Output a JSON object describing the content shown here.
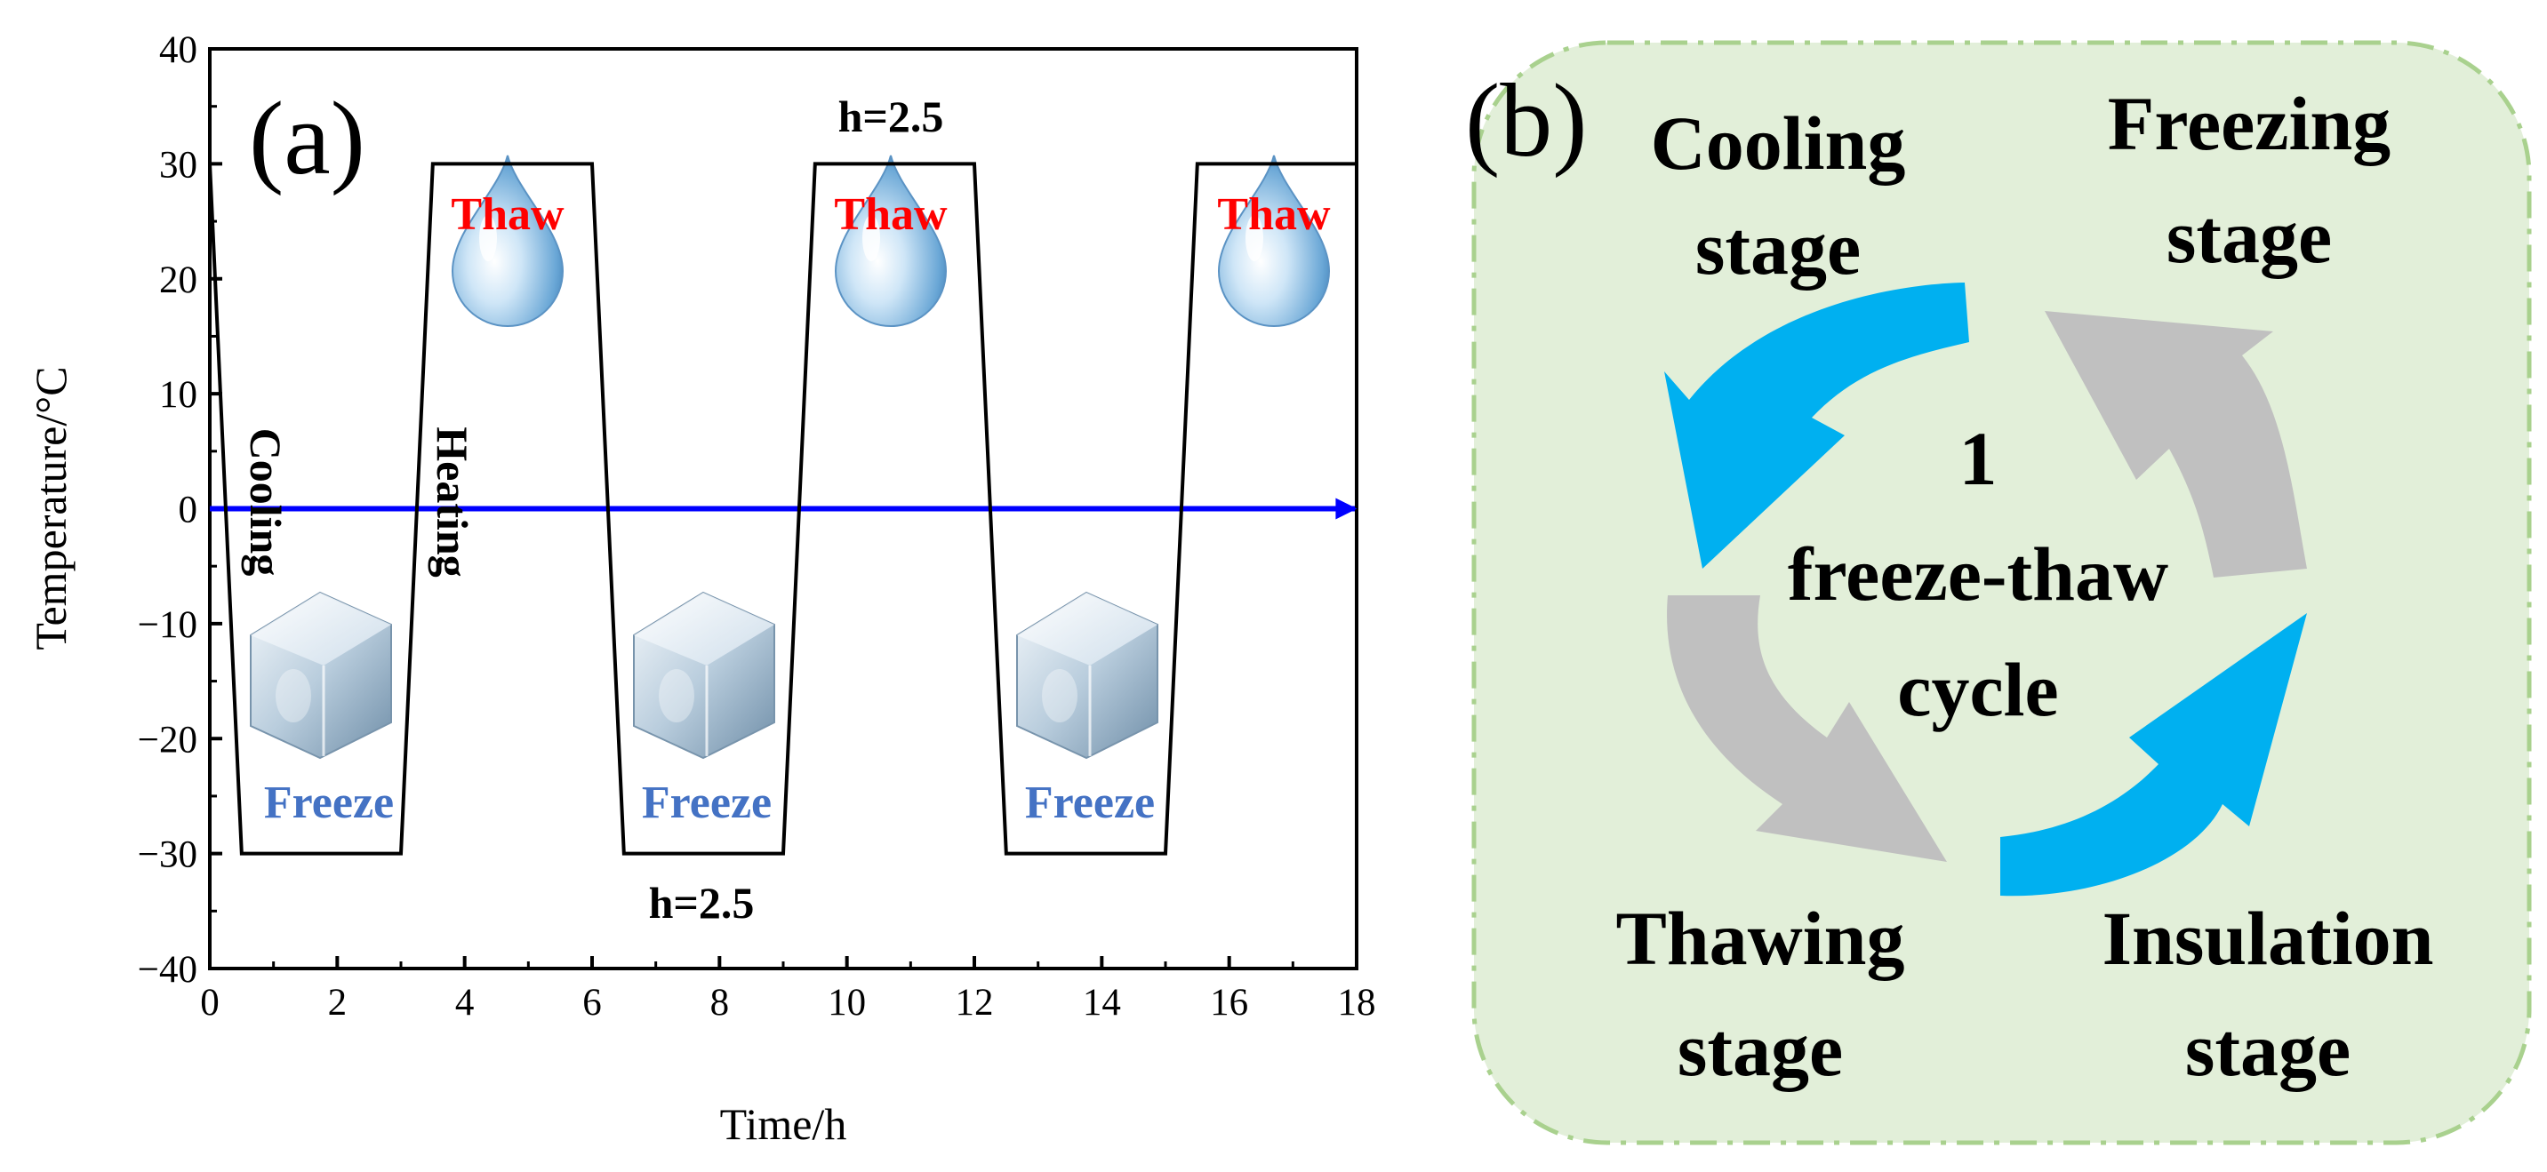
{
  "chart_data": [
    {
      "type": "line",
      "panel_label": "(a)",
      "xlabel": "Time/h",
      "ylabel": "Temperature/°C",
      "xlim": [
        0,
        18
      ],
      "ylim": [
        -40,
        40
      ],
      "x_ticks": [
        0,
        2,
        4,
        6,
        8,
        10,
        12,
        14,
        16,
        18
      ],
      "y_ticks": [
        40,
        30,
        20,
        10,
        0,
        -10,
        -20,
        -30,
        -40
      ],
      "x_tick_labels": [
        "0",
        "2",
        "4",
        "6",
        "8",
        "10",
        "12",
        "14",
        "16",
        "18"
      ],
      "y_tick_labels": [
        "40",
        "30",
        "20",
        "10",
        "0",
        "−10",
        "−20",
        "−30",
        "−40"
      ],
      "grid": false,
      "series": [
        {
          "x": [
            0,
            0.5,
            3,
            3.5,
            6,
            6.5,
            9,
            9.5,
            12,
            12.5,
            15,
            15.5,
            18
          ],
          "y": [
            30,
            -30,
            -30,
            30,
            30,
            -30,
            -30,
            30,
            30,
            -30,
            -30,
            30,
            30
          ],
          "color": "#000000"
        }
      ],
      "zero_arrow": {
        "y": 0,
        "from": 0,
        "to": 18,
        "color": "#0000ff"
      },
      "annotations": {
        "h_top": "h=2.5",
        "h_bottom": "h=2.5",
        "cooling": "Cooling",
        "heating": "Heating",
        "thaw_labels": [
          "Thaw",
          "Thaw",
          "Thaw"
        ],
        "freeze_labels": [
          "Freeze",
          "Freeze",
          "Freeze"
        ],
        "thaw_color": "#ff0000",
        "freeze_color": "#4472c4"
      }
    },
    {
      "type": "diagram",
      "panel_label": "(b)",
      "center_line1": "1",
      "center_line2": "freeze-thaw",
      "center_line3": "cycle",
      "stages": {
        "cooling_1": "Cooling",
        "cooling_2": "stage",
        "freezing_1": "Freezing",
        "freezing_2": "stage",
        "thawing_1": "Thawing",
        "thawing_2": "stage",
        "insulation_1": "Insulation",
        "insulation_2": "stage"
      },
      "colors": {
        "panel_bg": "#e2efd9",
        "panel_border": "#a9d18e",
        "active_arrow": "#00b0f0",
        "inactive_arrow": "#c0c0c0"
      }
    }
  ]
}
